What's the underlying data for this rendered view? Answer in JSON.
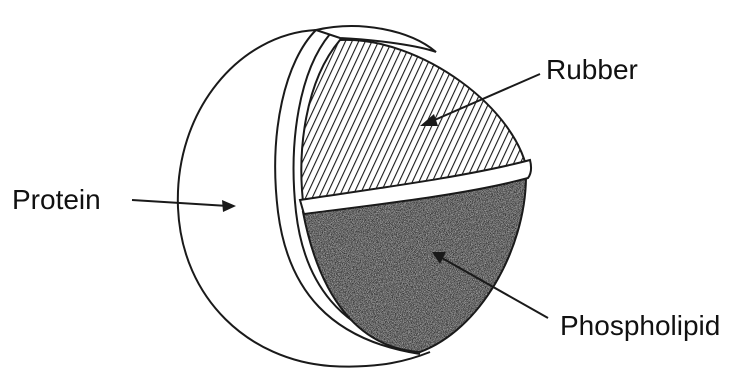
{
  "labels": {
    "protein": "Protein",
    "rubber": "Rubber",
    "phospholipid": "Phospholipid"
  },
  "colors": {
    "line": "#1a1a1a",
    "background": "#ffffff",
    "watermark": "#d9a441"
  }
}
